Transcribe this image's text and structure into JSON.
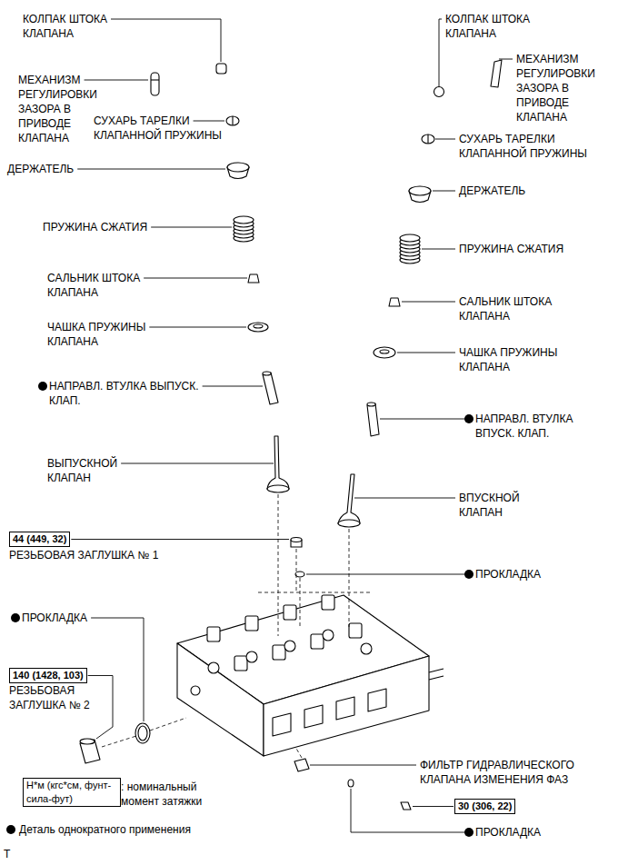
{
  "diagram": {
    "nodes": [
      {
        "text": [
          "44 (449, 32)"
        ]
      },
      {
        "text": [
          "140 (1428, 103)"
        ]
      },
      {
        "text": [
          "Н*м (кгс*см, фунт-сила-фут)"
        ]
      },
      {
        "text": [
          "30 (306, 22)"
        ]
      }
    ],
    "labels": [
      "КОЛПАК ШТОКА КЛАПАНА",
      "КОЛПАК ШТОКА КЛАПАНА",
      "МЕХАНИЗМ РЕГУЛИРОВКИ ЗАЗОРА В ПРИВОДЕ КЛАПАНА",
      "МЕХАНИЗМ РЕГУЛИРОВКИ ЗАЗОРА В ПРИВОДЕ КЛАПАНА",
      "СУХАРЬ ТАРЕЛКИ КЛАПАННОЙ ПРУЖИНЫ",
      "СУХАРЬ ТАРЕЛКИ КЛАПАННОЙ ПРУЖИНЫ",
      "ДЕРЖАТЕЛЬ",
      "ДЕРЖАТЕЛЬ",
      "ПРУЖИНА СЖАТИЯ",
      "ПРУЖИНА СЖАТИЯ",
      "САЛЬНИК ШТОКА КЛАПАНА",
      "САЛЬНИК ШТОКА КЛАПАНА",
      "ЧАШКА ПРУЖИНЫ КЛАПАНА",
      "ЧАШКА ПРУЖИНЫ КЛАПАНА",
      "НАПРАВЛ. ВТУЛКА ВЫПУСК. КЛАП.",
      "НАПРАВЛ. ВТУЛКА ВПУСК. КЛАП.",
      "ВЫПУСКНОЙ КЛАПАН",
      "ВПУСКНОЙ КЛАПАН",
      "РЕЗЬБОВАЯ ЗАГЛУШКА № 1",
      "ПРОКЛАДКА",
      "ПРОКЛАДКА",
      "РЕЗЬБОВАЯ ЗАГЛУШКА № 2",
      "ФИЛЬТР ГИДРАВЛИЧЕСКОГО КЛАПАНА ИЗМЕНЕНИЯ ФАЗ",
      ": номинальный момент затяжки",
      "ПРОКЛАДКА",
      "T"
    ],
    "legend": [
      {
        "text": "Деталь однократного применения"
      }
    ]
  }
}
